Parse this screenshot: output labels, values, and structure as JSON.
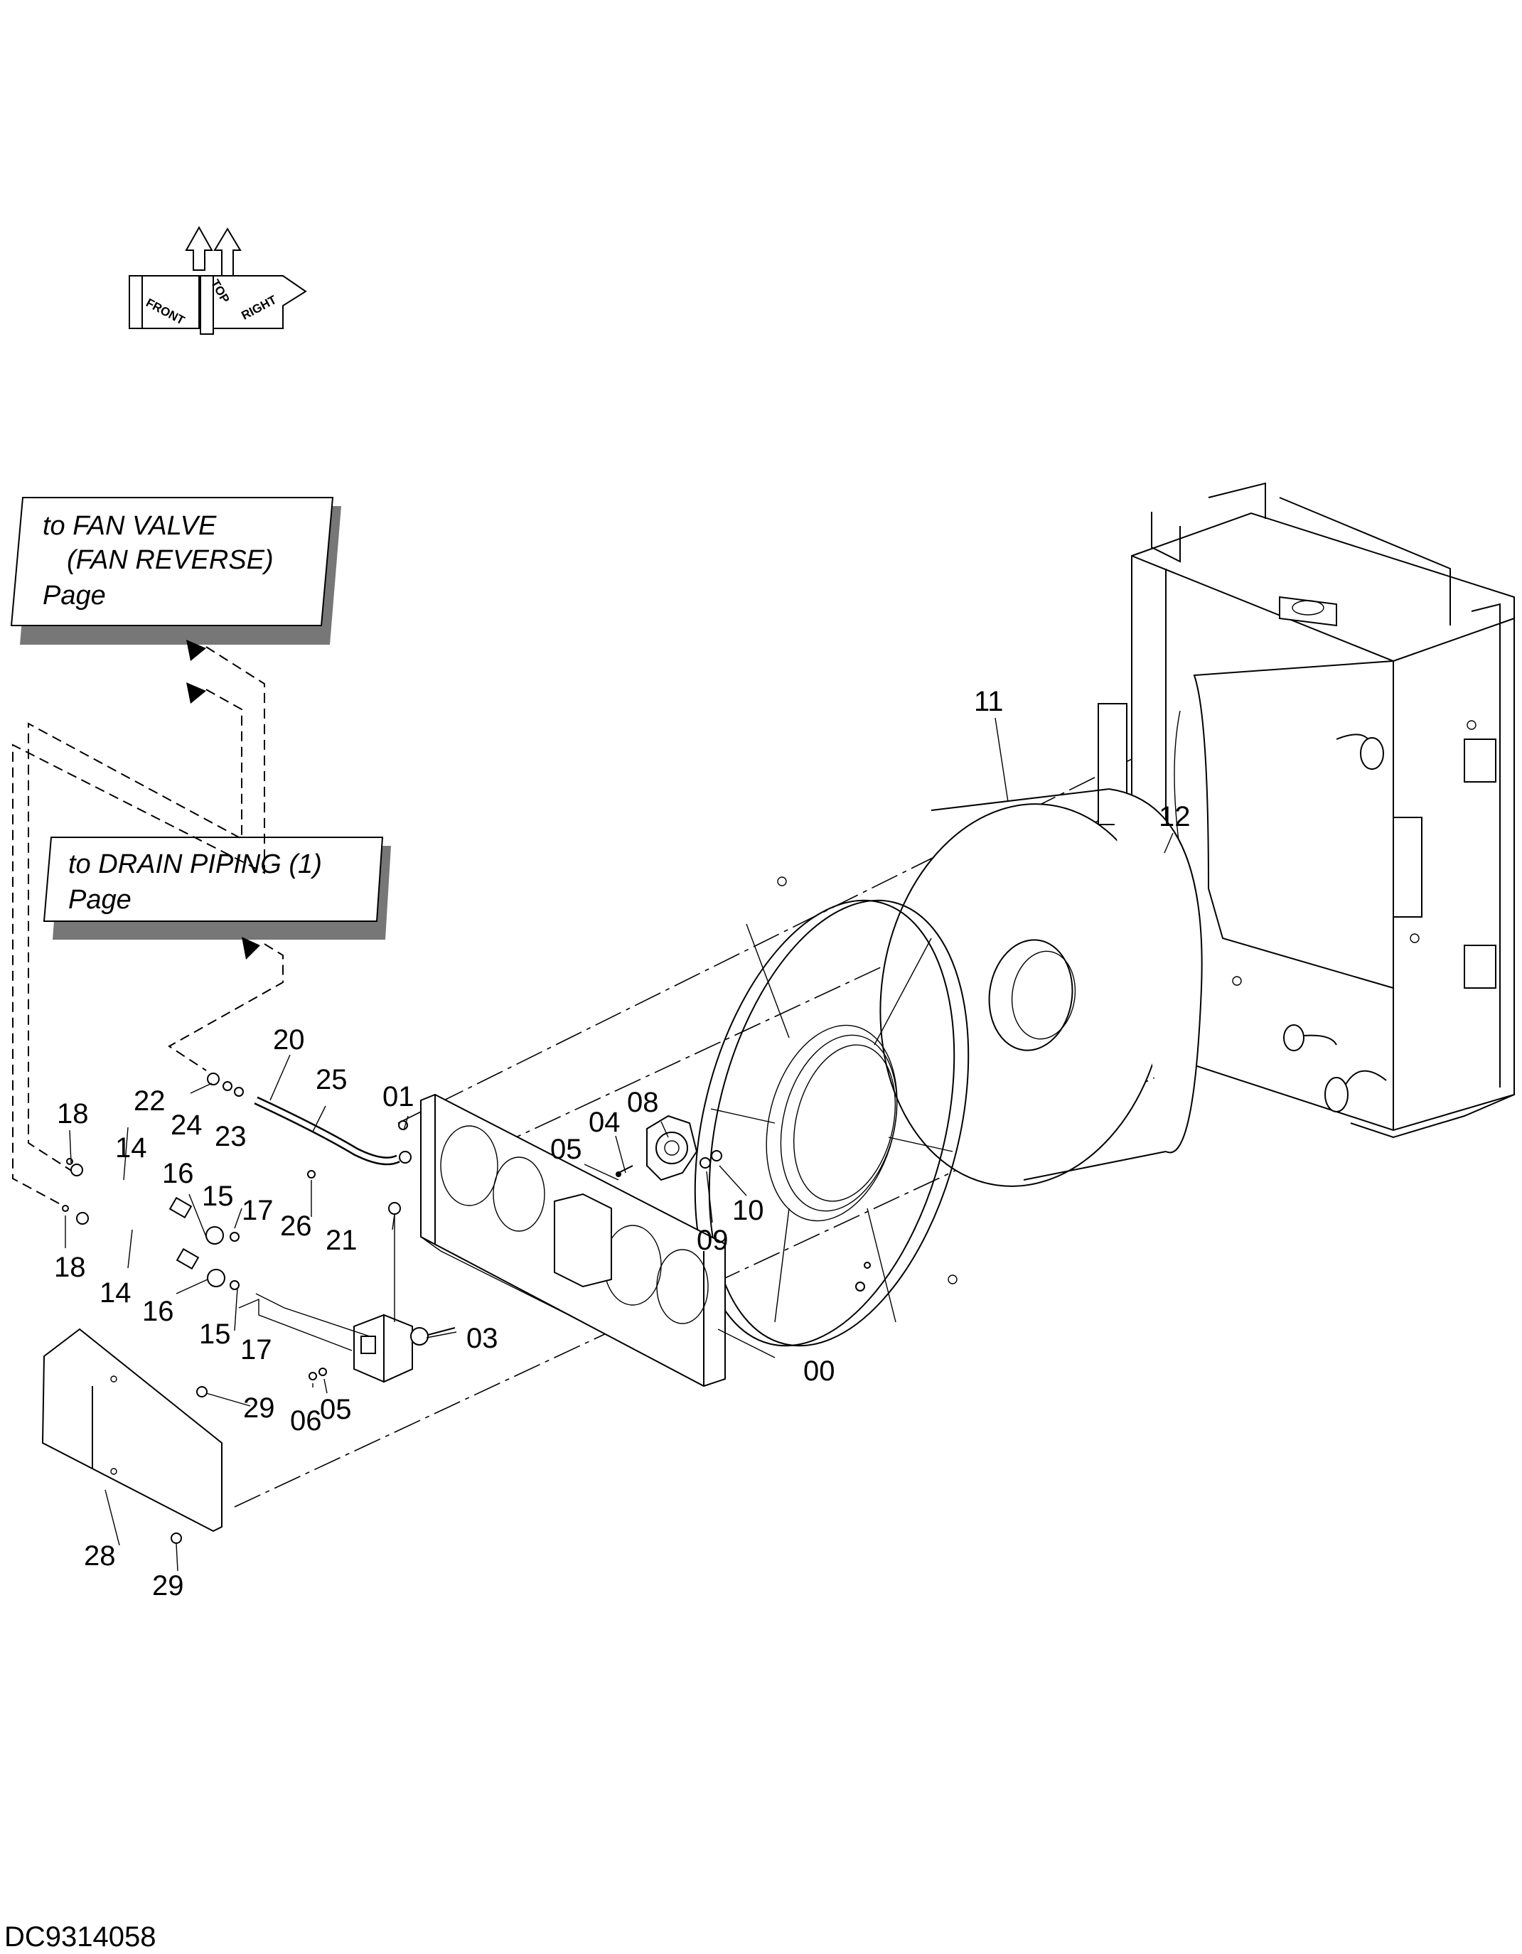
{
  "orientation": {
    "front": "FRONT",
    "top": "TOP",
    "right": "RIGHT"
  },
  "references": {
    "fan_valve": {
      "line1": "to FAN  VALVE",
      "line2": "(FAN  REVERSE)",
      "line3": "Page"
    },
    "drain_piping": {
      "line1": "to DRAIN  PIPING  (1)",
      "line2": "Page"
    }
  },
  "callouts": {
    "p00": "00",
    "p01": "01",
    "p03": "03",
    "p04": "04",
    "p05a": "05",
    "p05b": "05",
    "p06": "06",
    "p08": "08",
    "p09": "09",
    "p10": "10",
    "p11": "11",
    "p12": "12",
    "p14a": "14",
    "p14b": "14",
    "p15a": "15",
    "p15b": "15",
    "p16a": "16",
    "p16b": "16",
    "p17a": "17",
    "p17b": "17",
    "p18a": "18",
    "p18b": "18",
    "p20": "20",
    "p21": "21",
    "p22": "22",
    "p23": "23",
    "p24": "24",
    "p25": "25",
    "p26": "26",
    "p28": "28",
    "p29a": "29",
    "p29b": "29"
  },
  "drawing_code": "DC9314058"
}
